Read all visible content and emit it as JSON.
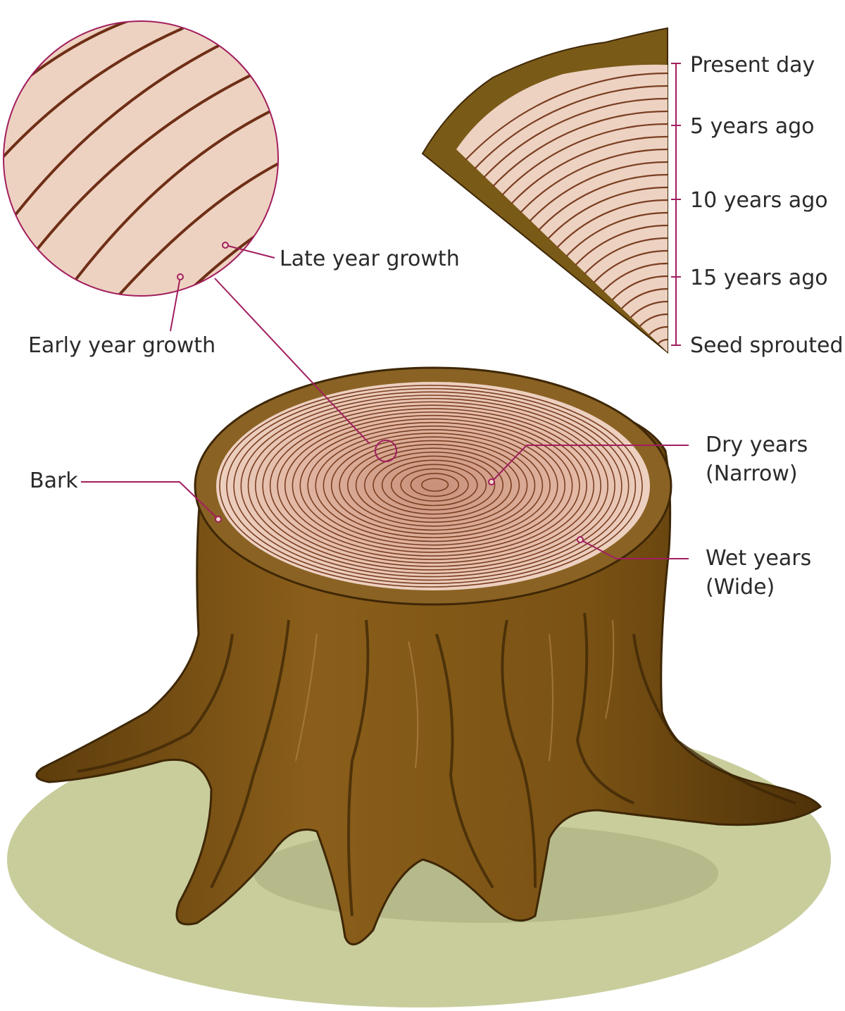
{
  "colors": {
    "leader": "#a11f5e",
    "bark": "#7a5214",
    "bark_dark": "#4e3208",
    "wood_light": "#eed5c5",
    "wood_mid": "#d8a992",
    "ring": "#7b3f22",
    "ground": "#c9cd9c",
    "text": "#2a2a2a"
  },
  "labels": {
    "late_year_growth": "Late year growth",
    "early_year_growth": "Early year growth",
    "bark": "Bark",
    "dry_years_1": "Dry years",
    "dry_years_2": "(Narrow)",
    "wet_years_1": "Wet years",
    "wet_years_2": "(Wide)"
  },
  "timeline": {
    "present": "Present day",
    "y5": "5 years ago",
    "y10": "10 years ago",
    "y15": "15 years ago",
    "seed": "Seed sprouted"
  },
  "icons": {
    "stump": "tree-stump-illustration",
    "magnifier": "ring-magnifier-circle",
    "quarter": "ring-quarter-section"
  }
}
